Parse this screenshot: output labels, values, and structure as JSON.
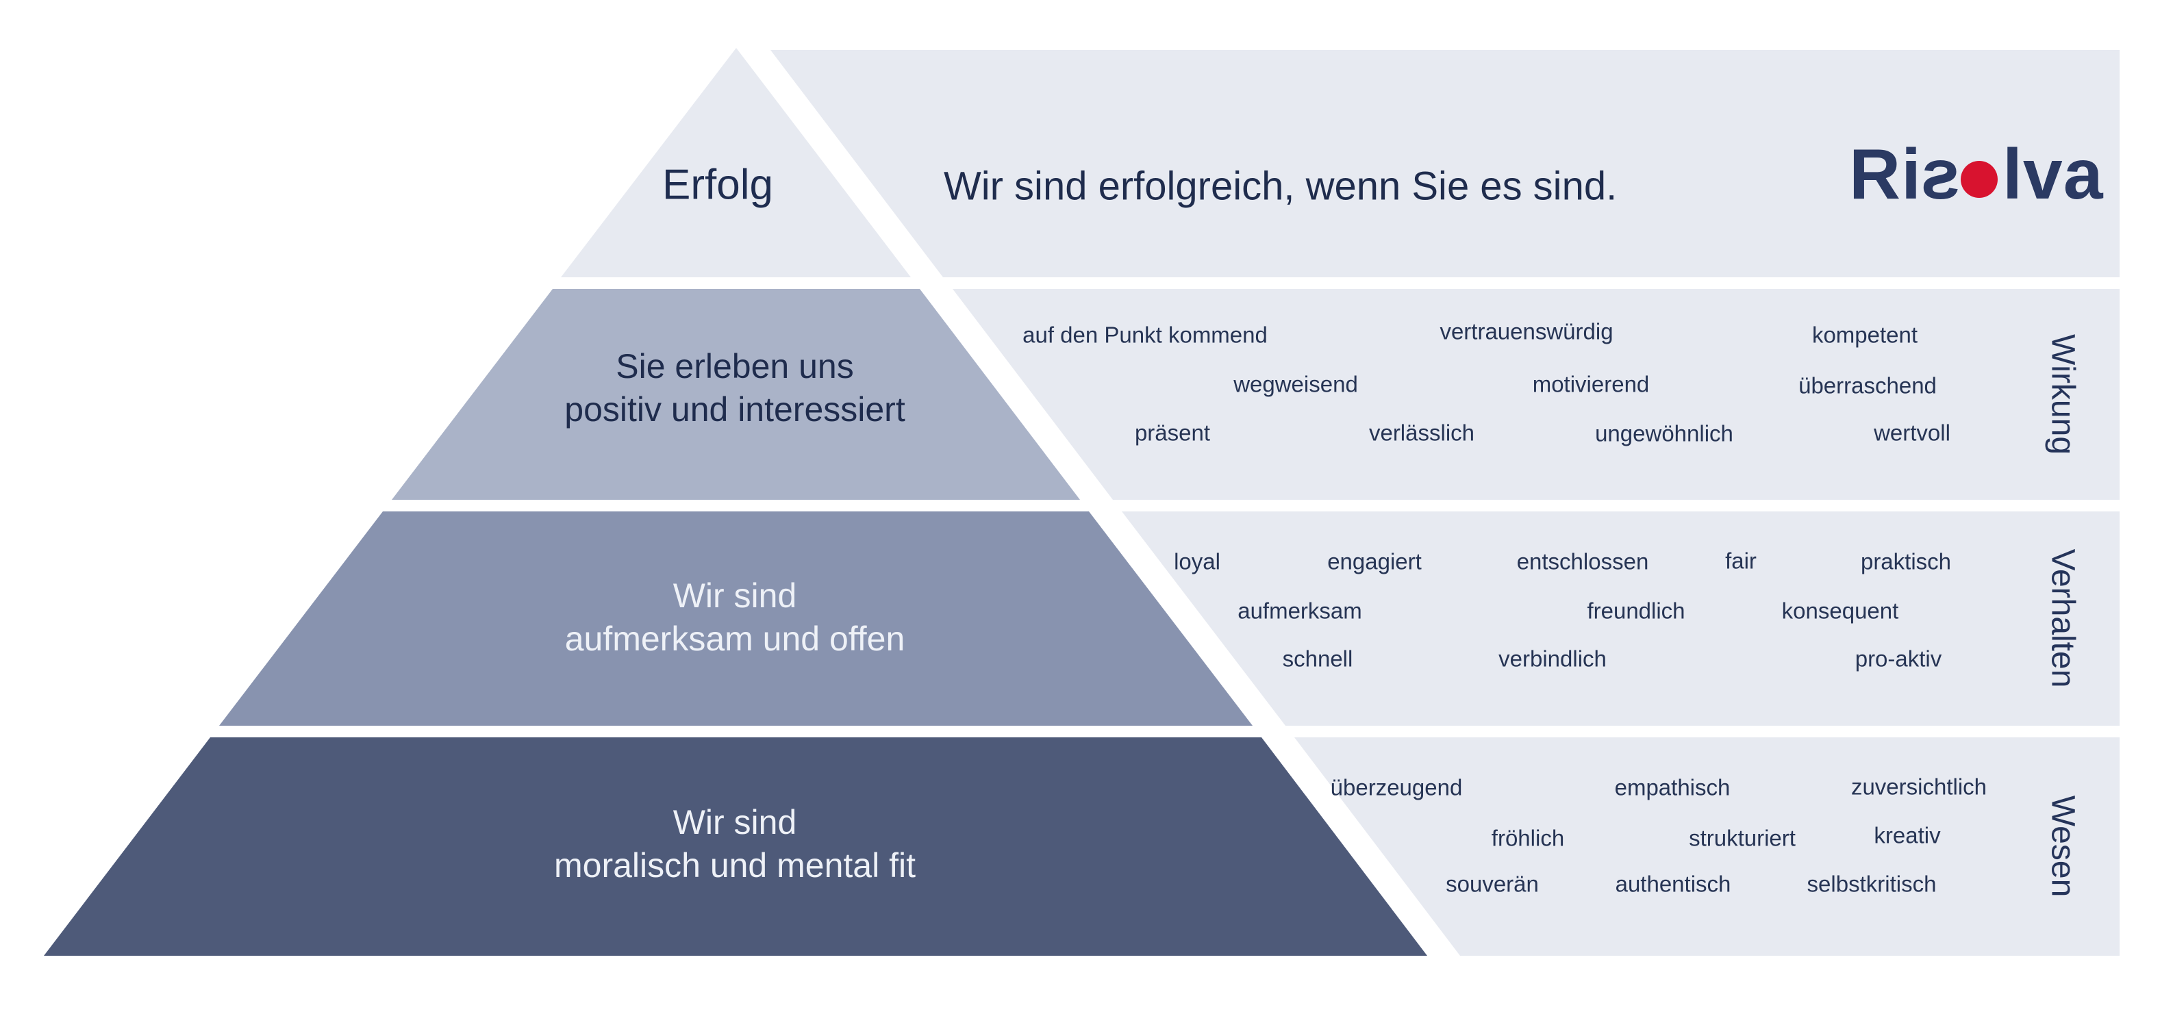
{
  "brand": {
    "name": "Risolva",
    "part_before_s": "Ri",
    "mirrored_s": "s",
    "part_after_dot": "lva",
    "dot_color": "#d8132f",
    "text_color": "#2b3a63"
  },
  "headline": "Wir sind erfolgreich, wenn Sie es sind.",
  "colors": {
    "panel_background": "#e7eaf1",
    "word_color": "#263454",
    "side_label_color": "#25345a",
    "dark_text": "#1f2c4d",
    "light_text": "#eef1f7"
  },
  "pyramid": {
    "levels": [
      {
        "line1": "Erfolg",
        "line2": "",
        "color": "#e7eaf1",
        "text_color": "#1f2d50"
      },
      {
        "line1": "Sie erleben uns",
        "line2": "positiv und interessiert",
        "color": "#aab3c8",
        "text_color": "#1f2c4d"
      },
      {
        "line1": "Wir sind",
        "line2": "aufmerksam und offen",
        "color": "#8893af",
        "text_color": "#eef1f7"
      },
      {
        "line1": "Wir sind",
        "line2": "moralisch und mental fit",
        "color": "#4e5a79",
        "text_color": "#eef1f7"
      }
    ]
  },
  "panels": {
    "wirkung": {
      "side_label": "Wirkung",
      "words": [
        "auf den Punkt kommend",
        "vertrauenswürdig",
        "kompetent",
        "wegweisend",
        "motivierend",
        "überraschend",
        "präsent",
        "verlässlich",
        "ungewöhnlich",
        "wertvoll"
      ]
    },
    "verhalten": {
      "side_label": "Verhalten",
      "words": [
        "loyal",
        "engagiert",
        "entschlossen",
        "fair",
        "praktisch",
        "aufmerksam",
        "freundlich",
        "konsequent",
        "schnell",
        "verbindlich",
        "pro-aktiv"
      ]
    },
    "wesen": {
      "side_label": "Wesen",
      "words": [
        "überzeugend",
        "empathisch",
        "zuversichtlich",
        "fröhlich",
        "strukturiert",
        "kreativ",
        "souverän",
        "authentisch",
        "selbstkritisch"
      ]
    }
  }
}
